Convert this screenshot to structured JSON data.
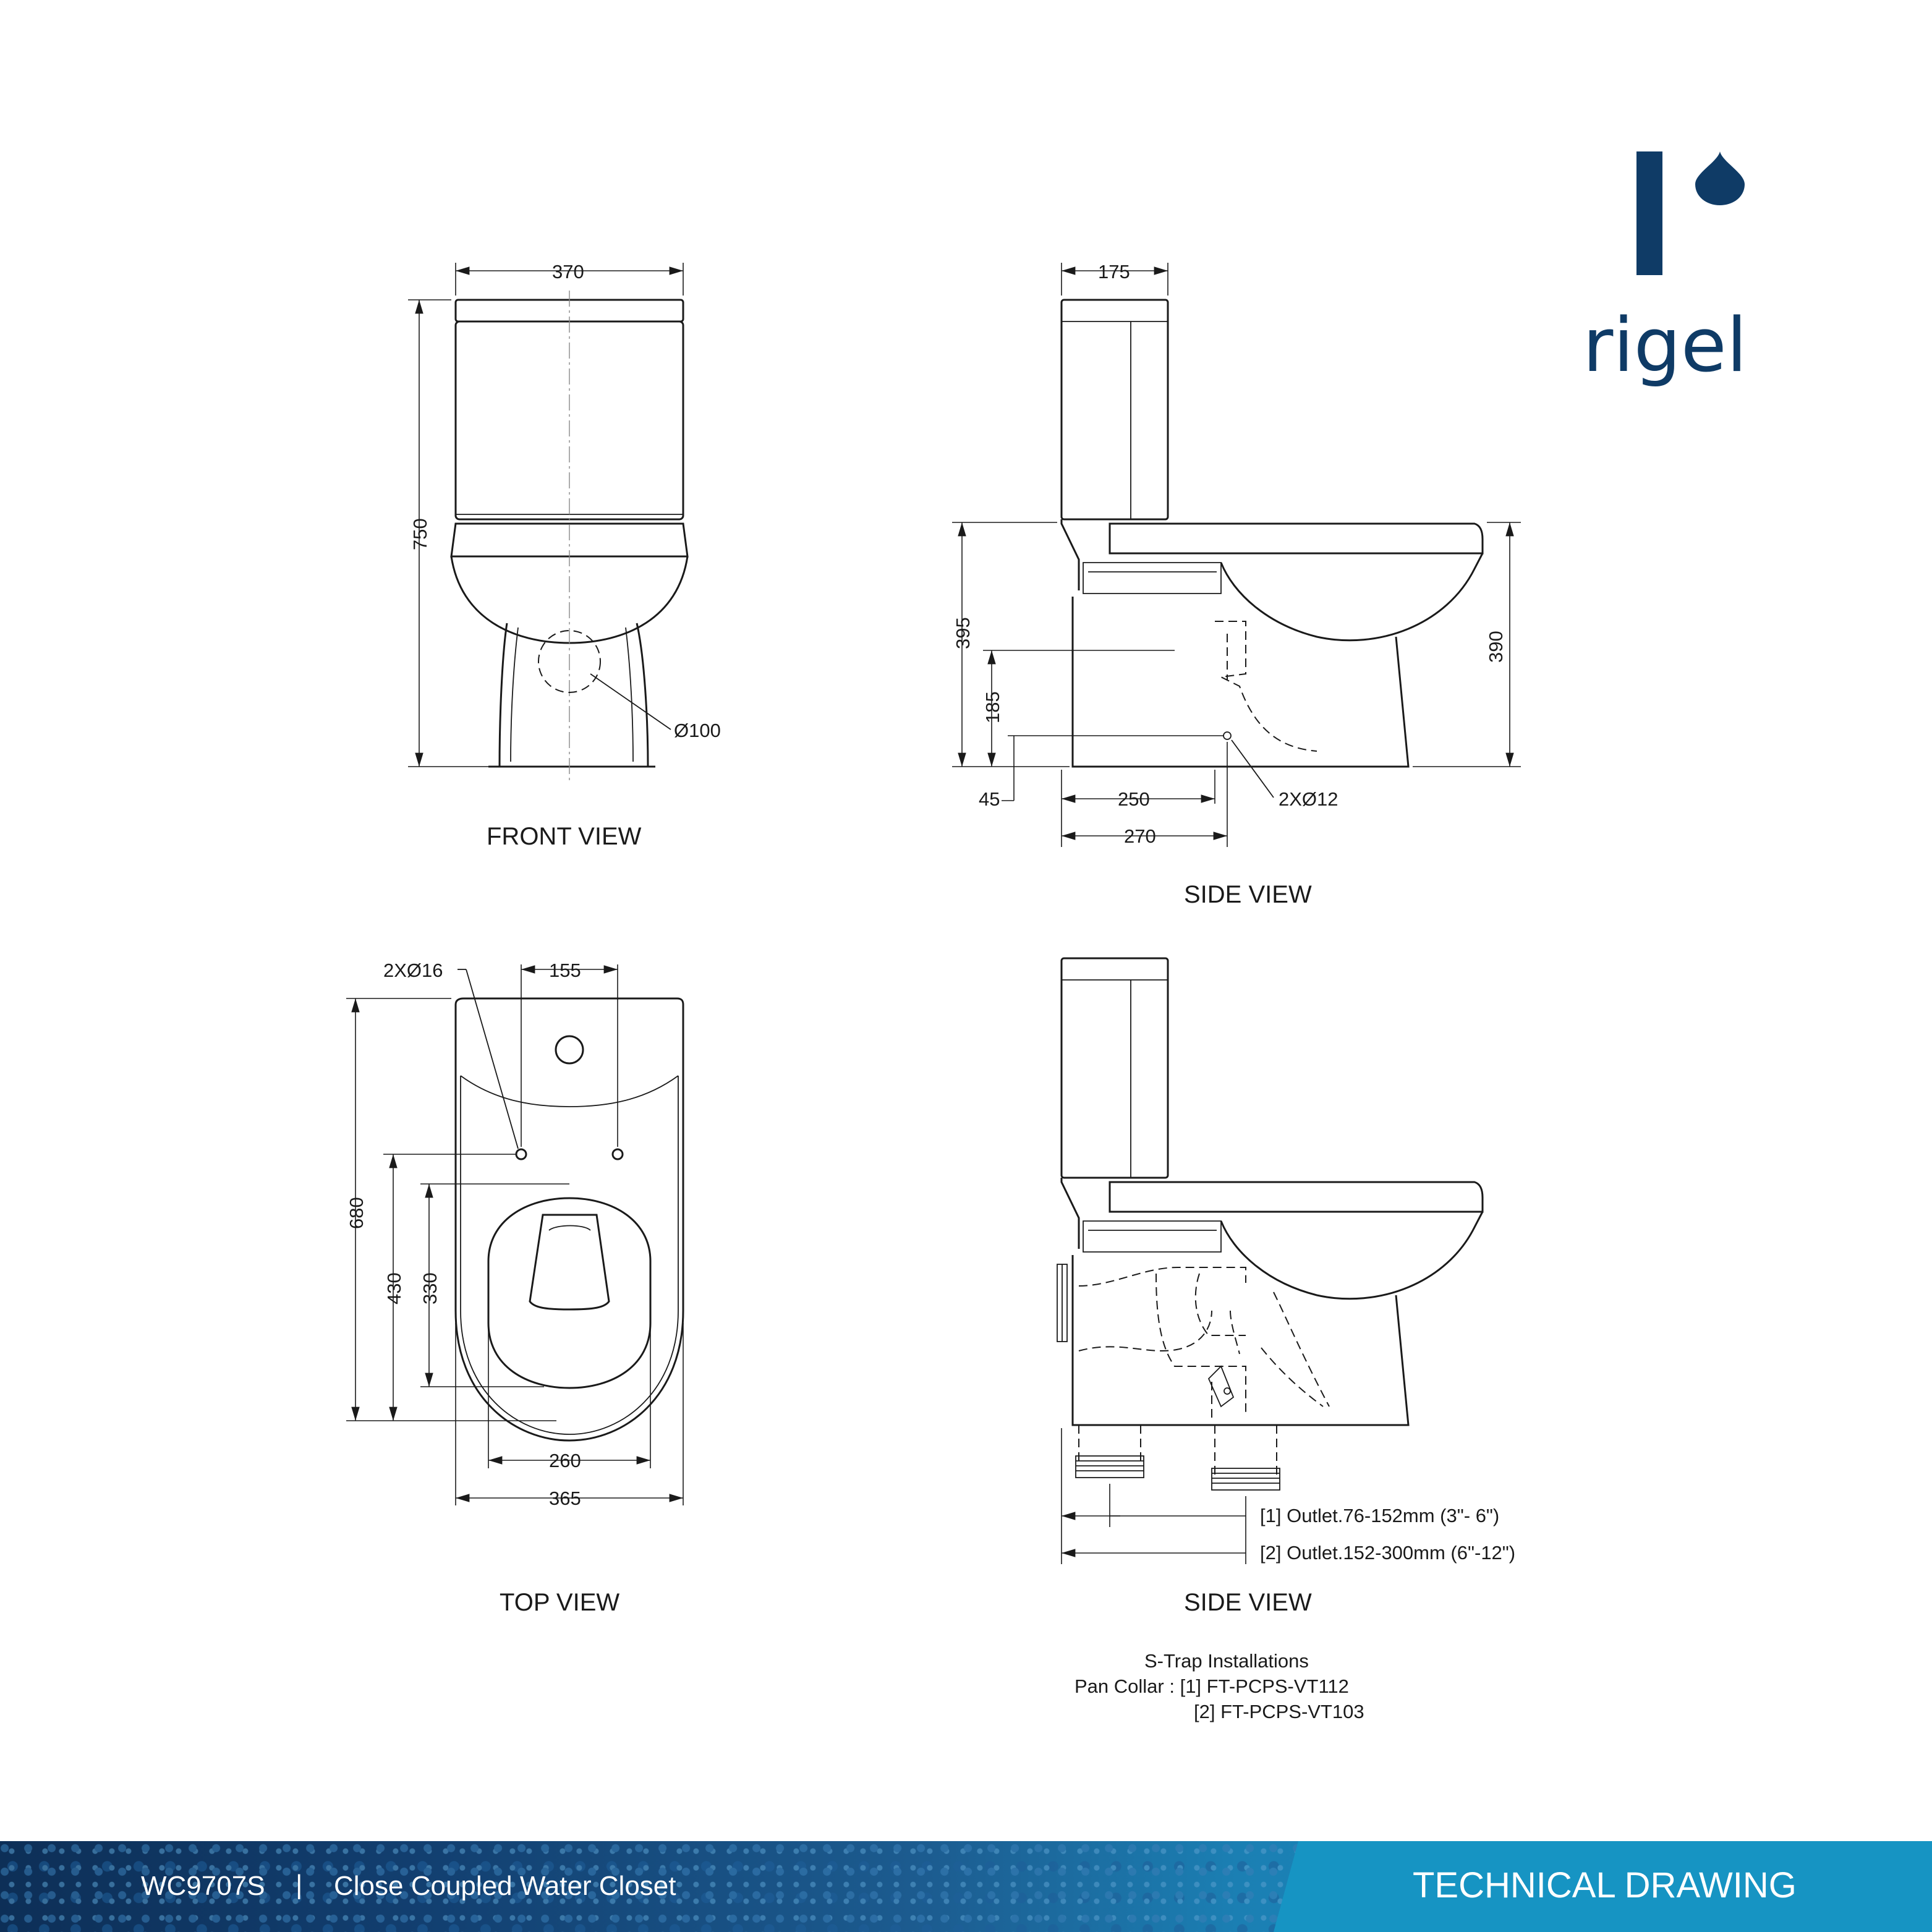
{
  "brand": {
    "name": "rigel",
    "color": "#0f3b66"
  },
  "views": {
    "front": {
      "title": "FRONT VIEW",
      "dims": {
        "width": "370",
        "height": "750",
        "outlet": "Ø100"
      }
    },
    "side": {
      "title": "SIDE VIEW",
      "dims": {
        "top": "175",
        "h395": "395",
        "h185": "185",
        "h45": "45",
        "w250": "250",
        "w270": "270",
        "h390": "390",
        "holes": "2XØ12"
      }
    },
    "top": {
      "title": "TOP VIEW",
      "dims": {
        "holes": "2XØ16",
        "spacing": "155",
        "h680": "680",
        "h430": "430",
        "h330": "330",
        "w260": "260",
        "w365": "365"
      }
    },
    "side_strap": {
      "title": "SIDE VIEW",
      "outlet1": "[1] Outlet.76-152mm (3\"- 6\")",
      "outlet2": "[2] Outlet.152-300mm (6\"-12\")"
    }
  },
  "notes": {
    "line1": "S-Trap Installations",
    "line2": "Pan Collar : [1] FT-PCPS-VT112",
    "line3": "[2] FT-PCPS-VT103"
  },
  "footer": {
    "model": "WC9707S",
    "separator": "|",
    "product_name": "Close Coupled Water Closet",
    "doc_type": "TECHNICAL DRAWING",
    "colors": {
      "dark": "#0d2f57",
      "light": "#1694c3"
    }
  }
}
